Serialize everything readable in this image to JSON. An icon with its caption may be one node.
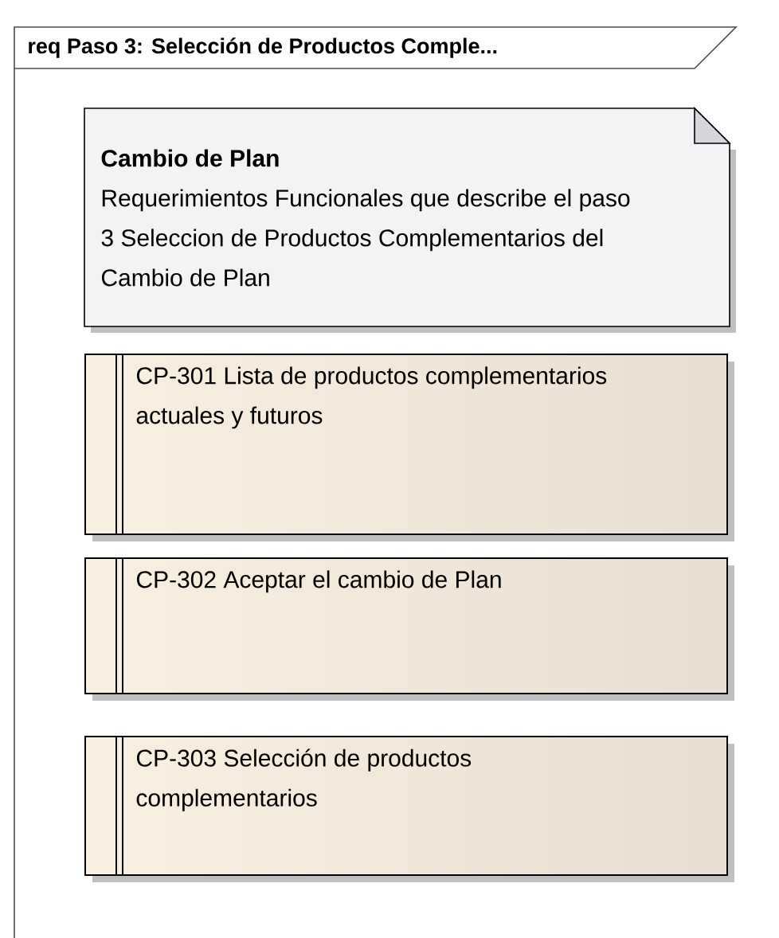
{
  "diagram": {
    "title": "req Paso 3: Selección de Productos Comple...",
    "nodes": [
      {
        "text": [
          "Cambio de Plan",
          "Requerimientos Funcionales que describe el paso 3 Seleccion de Productos Complementarios del Cambio de Plan"
        ]
      },
      {
        "text": [
          "CP-301 Lista de productos complementarios actuales y futuros"
        ]
      },
      {
        "text": [
          "CP-302 Aceptar el cambio de Plan"
        ]
      },
      {
        "text": [
          "CP-303 Selección de productos complementarios"
        ]
      }
    ]
  }
}
